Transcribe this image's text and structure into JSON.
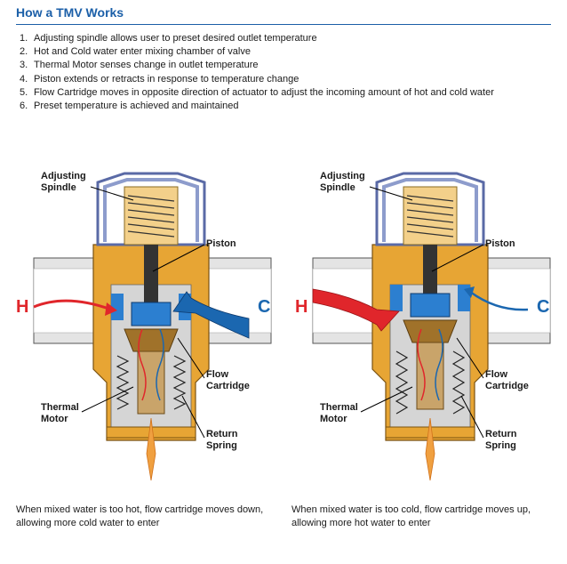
{
  "title": "How a TMV Works",
  "steps": [
    {
      "num": "1.",
      "text": "Adjusting spindle allows user to preset desired outlet temperature"
    },
    {
      "num": "2.",
      "text": "Hot and Cold water enter mixing chamber of valve"
    },
    {
      "num": "3.",
      "text": "Thermal Motor senses change in outlet temperature"
    },
    {
      "num": "4.",
      "text": "Piston extends or retracts in response to temperature change"
    },
    {
      "num": "5.",
      "text": "Flow Cartridge moves in opposite direction of actuator to adjust the incoming amount of hot and cold water"
    },
    {
      "num": "6.",
      "text": "Preset temperature is achieved and maintained"
    }
  ],
  "diagrams": [
    {
      "labels": {
        "adjusting_spindle": "Adjusting\nSpindle",
        "piston": "Piston",
        "flow_cartridge": "Flow\nCartridge",
        "thermal_motor": "Thermal\nMotor",
        "return_spring": "Return\nSpring",
        "hot": "H",
        "cold": "C"
      },
      "caption": "When mixed water is too hot, flow cartridge moves down, allowing more cold water to enter"
    },
    {
      "labels": {
        "adjusting_spindle": "Adjusting\nSpindle",
        "piston": "Piston",
        "flow_cartridge": "Flow\nCartridge",
        "thermal_motor": "Thermal\nMotor",
        "return_spring": "Return\nSpring",
        "hot": "H",
        "cold": "C"
      },
      "caption": "When mixed water is too cold, flow cartridge moves up, allowing more hot water to enter"
    }
  ],
  "colors": {
    "title": "#1b5fa8",
    "hot": "#e0262b",
    "cold": "#1b67b0",
    "brass": "#e7a534",
    "brass_dark": "#b87a1a",
    "cap": "#8d9ccc",
    "body_gray": "#d5d5d5"
  }
}
